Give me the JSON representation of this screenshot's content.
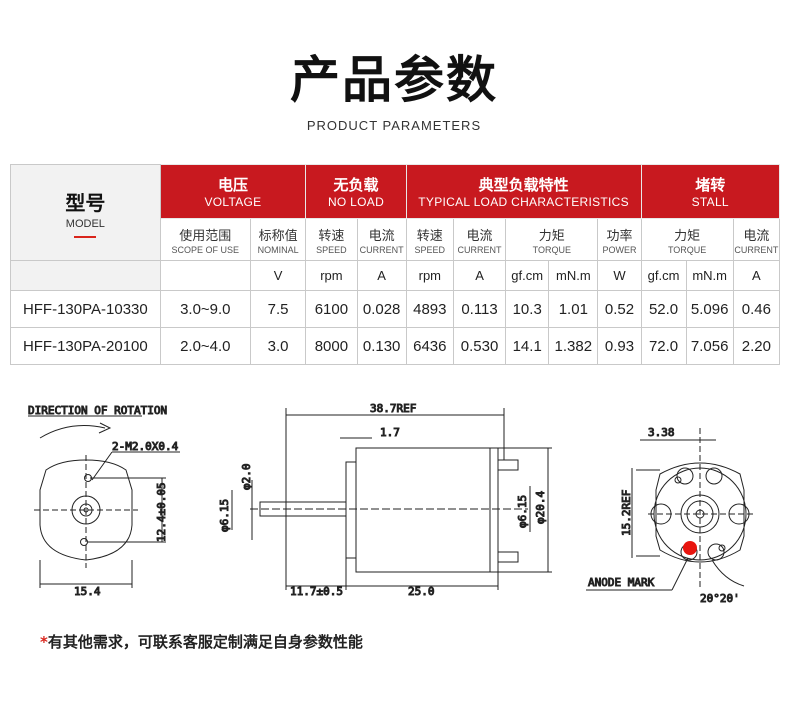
{
  "header": {
    "title": "产品参数",
    "subtitle": "PRODUCT PARAMETERS"
  },
  "table": {
    "model_head": {
      "cn": "型号",
      "en": "MODEL"
    },
    "groups": {
      "voltage": {
        "cn": "电压",
        "en": "VOLTAGE"
      },
      "no_load": {
        "cn": "无负载",
        "en": "NO LOAD"
      },
      "typical": {
        "cn": "典型负载特性",
        "en": "TYPICAL LOAD CHARACTERISTICS"
      },
      "stall": {
        "cn": "堵转",
        "en": "STALL"
      }
    },
    "sub": {
      "scope": {
        "cn": "使用范围",
        "en": "SCOPE OF USE"
      },
      "nominal": {
        "cn": "标称值",
        "en": "NOMINAL"
      },
      "nl_speed": {
        "cn": "转速",
        "en": "SPEED"
      },
      "nl_current": {
        "cn": "电流",
        "en": "CURRENT"
      },
      "tl_speed": {
        "cn": "转速",
        "en": "SPEED"
      },
      "tl_current": {
        "cn": "电流",
        "en": "CURRENT"
      },
      "tl_torque": {
        "cn": "力矩",
        "en": "TORQUE"
      },
      "tl_power": {
        "cn": "功率",
        "en": "POWER"
      },
      "st_torque": {
        "cn": "力矩",
        "en": "TORQUE"
      },
      "st_current": {
        "cn": "电流",
        "en": "CURRENT"
      }
    },
    "units": [
      "V",
      "rpm",
      "A",
      "rpm",
      "A",
      "gf.cm",
      "mN.m",
      "W",
      "gf.cm",
      "mN.m",
      "A"
    ],
    "rows": [
      {
        "model": "HFF-130PA-10330",
        "scope": "3.0~9.0",
        "values": [
          "7.5",
          "6100",
          "0.028",
          "4893",
          "0.113",
          "10.3",
          "1.01",
          "0.52",
          "52.0",
          "5.096",
          "0.46"
        ]
      },
      {
        "model": "HFF-130PA-20100",
        "scope": "2.0~4.0",
        "values": [
          "3.0",
          "8000",
          "0.130",
          "6436",
          "0.530",
          "14.1",
          "1.382",
          "0.93",
          "72.0",
          "7.056",
          "2.20"
        ]
      }
    ]
  },
  "drawing": {
    "direction_label": "DIRECTION OF ROTATION",
    "holes_label": "2-M2.0X0.4",
    "dim_12_4": "12.4±0.05",
    "dim_15_4": "15.4",
    "dim_38_7": "38.7REF",
    "dim_1_7": "1.7",
    "dim_phi2": "φ2.0",
    "dim_phi6_15_left": "φ6.15",
    "dim_phi6_15_right": "φ6.15",
    "dim_phi20_4": "φ20.4",
    "dim_11_7": "11.7±0.5",
    "dim_25": "25.0",
    "dim_3_38": "3.38",
    "dim_15_2": "15.2REF",
    "anode_label": "ANODE MARK",
    "angle_label": "20°20'",
    "anode_color": "#e8150f"
  },
  "footer": {
    "star": "*",
    "note": "有其他需求，可联系客服定制满足自身参数性能"
  }
}
